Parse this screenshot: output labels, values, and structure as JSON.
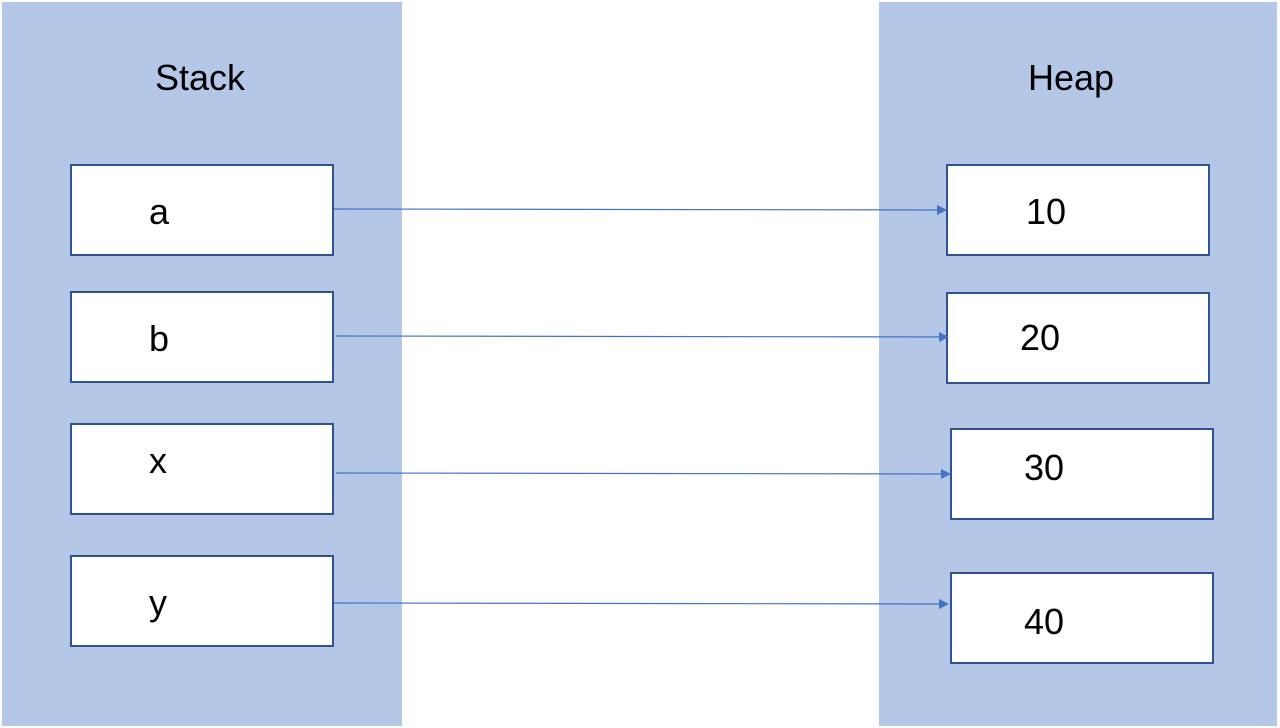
{
  "stack": {
    "title": "Stack",
    "items": [
      "a",
      "b",
      "x",
      "y"
    ]
  },
  "heap": {
    "title": "Heap",
    "items": [
      "10",
      "20",
      "30",
      "40"
    ]
  },
  "colors": {
    "panel": "#b4c7e7",
    "box_border": "#2f528f",
    "arrow": "#4472c4"
  }
}
